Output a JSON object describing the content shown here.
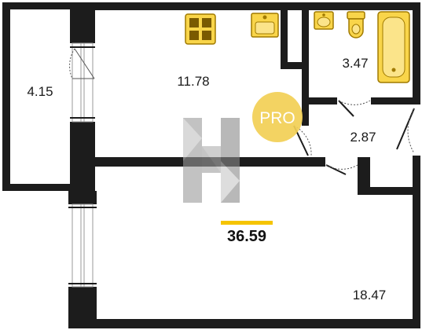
{
  "colors": {
    "wall": "#1c1c1c",
    "accent": "#f5c400",
    "fixture_fill": "#f9d54a",
    "fixture_stroke": "#a07a00",
    "badge": "#f2cf55",
    "watermark": "#8a8a8a"
  },
  "badge": {
    "text": "PRO"
  },
  "rooms": {
    "balcony": {
      "area": "4.15"
    },
    "kitchen": {
      "area": "11.78"
    },
    "bathroom": {
      "area": "3.47"
    },
    "hallway": {
      "area": "2.87"
    },
    "living_room": {
      "area": "18.47"
    }
  },
  "total": {
    "area": "36.59"
  },
  "icons": {
    "stove": "stove-icon",
    "kitchen_sink": "kitchen-sink-icon",
    "bathroom_sink": "bathroom-sink-icon",
    "toilet": "toilet-icon",
    "bathtub": "bathtub-icon",
    "watermark": "watermark-logo-icon"
  }
}
